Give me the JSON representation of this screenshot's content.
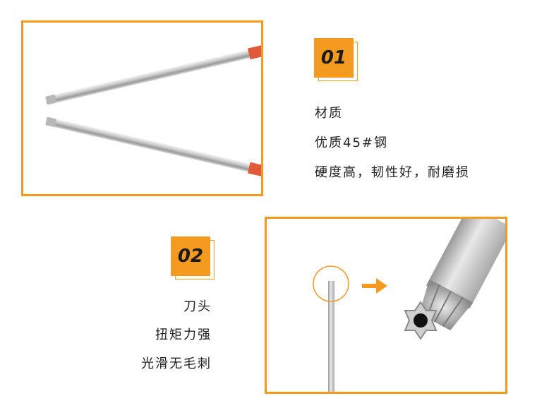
{
  "section1": {
    "badge": "01",
    "heading": "材质",
    "line1": "优质45#钢",
    "line2": "硬度高，韧性好，耐磨损"
  },
  "section2": {
    "badge": "02",
    "heading": "刀头",
    "line1": "扭矩力强",
    "line2": "光滑无毛刺"
  },
  "colors": {
    "accent": "#f39a1f",
    "text": "#222222"
  },
  "icons": {
    "arrow": "arrow-right-icon",
    "zoom_circle": "magnifier-circle-icon"
  }
}
